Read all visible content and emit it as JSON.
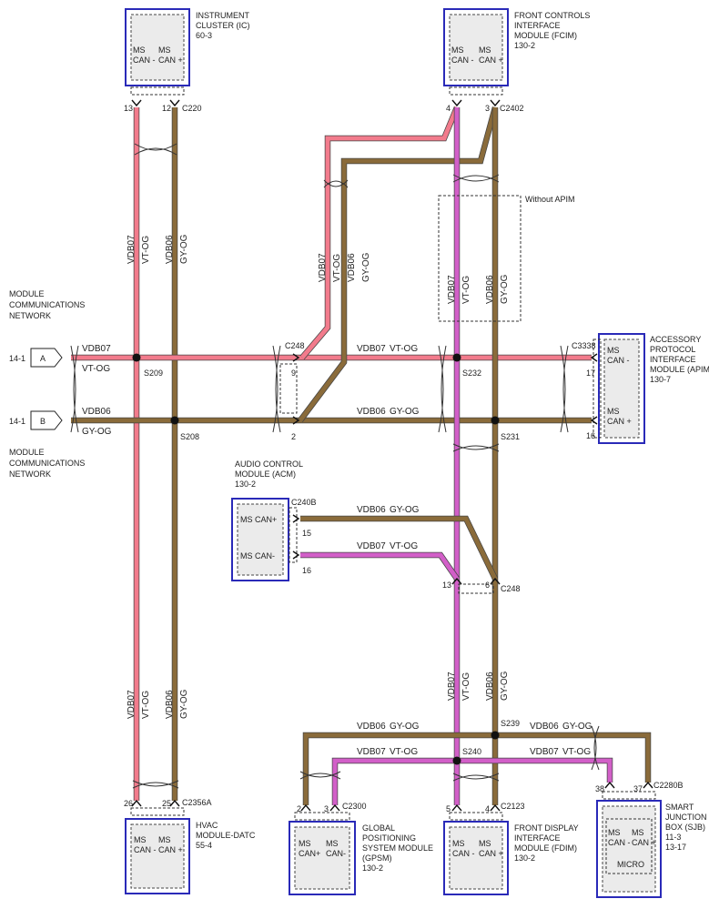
{
  "modules": {
    "ic": {
      "title": [
        "INSTRUMENT",
        "CLUSTER (IC)",
        "60-3"
      ],
      "pin_a": [
        "MS",
        "CAN -"
      ],
      "pin_b": [
        "MS",
        "CAN +"
      ]
    },
    "fcim": {
      "title": [
        "FRONT CONTROLS",
        "INTERFACE",
        "MODULE (FCIM)",
        "130-2"
      ],
      "pin_a": [
        "MS",
        "CAN -"
      ],
      "pin_b": [
        "MS",
        "CAN +"
      ]
    },
    "apim": {
      "title": [
        "ACCESSORY",
        "PROTOCOL",
        "INTERFACE",
        "MODULE (APIM)",
        "130-7"
      ],
      "pin_a": [
        "MS",
        "CAN -"
      ],
      "pin_b": [
        "MS",
        "CAN +"
      ]
    },
    "acm": {
      "title": [
        "AUDIO CONTROL",
        "MODULE (ACM)",
        "130-2"
      ],
      "pin_a": "MS CAN+",
      "pin_b": "MS CAN-"
    },
    "hvac": {
      "title": [
        "HVAC",
        "MODULE-DATC",
        "55-4"
      ],
      "pin_a": [
        "MS",
        "CAN -"
      ],
      "pin_b": [
        "MS",
        "CAN +"
      ]
    },
    "gpsm": {
      "title": [
        "GLOBAL",
        "POSITIONING",
        "SYSTEM MODULE",
        "(GPSM)",
        "130-2"
      ],
      "pin_a": [
        "MS",
        "CAN+"
      ],
      "pin_b": [
        "MS",
        "CAN-"
      ]
    },
    "fdim": {
      "title": [
        "FRONT DISPLAY",
        "INTERFACE",
        "MODULE (FDIM)",
        "130-2"
      ],
      "pin_a": [
        "MS",
        "CAN -"
      ],
      "pin_b": [
        "MS",
        "CAN +"
      ]
    },
    "sjb": {
      "title": [
        "SMART",
        "JUNCTION",
        "BOX (SJB)",
        "11-3",
        "13-17"
      ],
      "pin_a": [
        "MS",
        "CAN -"
      ],
      "pin_b": [
        "MS",
        "CAN +"
      ],
      "inner": "MICRO"
    }
  },
  "network": {
    "top_label": [
      "MODULE",
      "COMMUNICATIONS",
      "NETWORK"
    ],
    "bottom_label": [
      "MODULE",
      "COMMUNICATIONS",
      "NETWORK"
    ],
    "ref_a": "14-1",
    "ref_b": "14-1",
    "letter_a": "A",
    "letter_b": "B"
  },
  "connectors": {
    "c220": "C220",
    "c2402": "C2402",
    "c248_top": "C248",
    "c3338": "C3338",
    "c240b": "C240B",
    "c248_mid": "C248",
    "c2356a": "C2356A",
    "c2300": "C2300",
    "c2123": "C2123",
    "c2280b": "C2280B"
  },
  "splices": {
    "s209": "S209",
    "s208": "S208",
    "s232": "S232",
    "s231": "S231",
    "s239": "S239",
    "s240": "S240"
  },
  "pins": {
    "ic_13": "13",
    "ic_12": "12",
    "fcim_4": "4",
    "fcim_3": "3",
    "c248_9": "9",
    "c248_2": "2",
    "apim_17": "17",
    "apim_16": "16",
    "acm_15": "15",
    "acm_16": "16",
    "c248_13": "13",
    "c248_6": "6",
    "hvac_26": "26",
    "hvac_25": "25",
    "gpsm_2": "2",
    "gpsm_3": "3",
    "fdim_5": "5",
    "fdim_4": "4",
    "sjb_38": "38",
    "sjb_37": "37"
  },
  "wires": {
    "vdb07": "VDB07",
    "vtog": "VT-OG",
    "vdb06": "VDB06",
    "gyog": "GY-OG"
  },
  "notes": {
    "without_apim": "Without APIM"
  },
  "colors": {
    "pink": "#f27b8c",
    "magenta": "#d25fc8",
    "brown": "#8a6b3a",
    "module_border": "#2a2ab8"
  }
}
